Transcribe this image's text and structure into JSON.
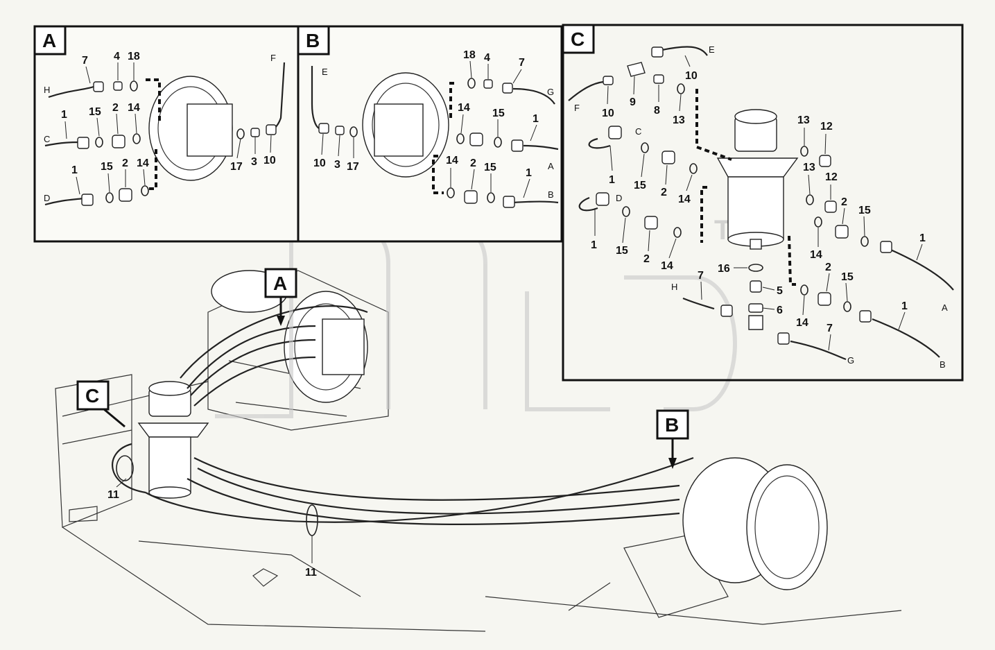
{
  "diagram": {
    "watermark": "TM",
    "detail_labels": [
      "A",
      "B",
      "C"
    ],
    "panel_A": {
      "caption": "A",
      "parts": [
        "7",
        "4",
        "18",
        "1",
        "15",
        "2",
        "14",
        "1",
        "15",
        "2",
        "14",
        "17",
        "3",
        "10"
      ],
      "ports": [
        "H",
        "C",
        "D",
        "F"
      ]
    },
    "panel_B": {
      "caption": "B",
      "parts": [
        "18",
        "4",
        "7",
        "14",
        "15",
        "1",
        "10",
        "3",
        "17",
        "14",
        "2",
        "15",
        "1"
      ],
      "ports": [
        "E",
        "G",
        "A",
        "B"
      ]
    },
    "panel_C": {
      "caption": "C",
      "parts": [
        "10",
        "10",
        "9",
        "8",
        "13",
        "13",
        "12",
        "13",
        "12",
        "1",
        "15",
        "2",
        "14",
        "1",
        "15",
        "2",
        "14",
        "2",
        "15",
        "1",
        "14",
        "16",
        "5",
        "6",
        "2",
        "15",
        "1",
        "14",
        "7",
        "7"
      ],
      "ports": [
        "E",
        "F",
        "C",
        "D",
        "A",
        "H",
        "B",
        "G"
      ]
    },
    "overview": {
      "callouts": [
        "A",
        "B",
        "C"
      ],
      "parts": [
        "11",
        "11"
      ]
    }
  }
}
